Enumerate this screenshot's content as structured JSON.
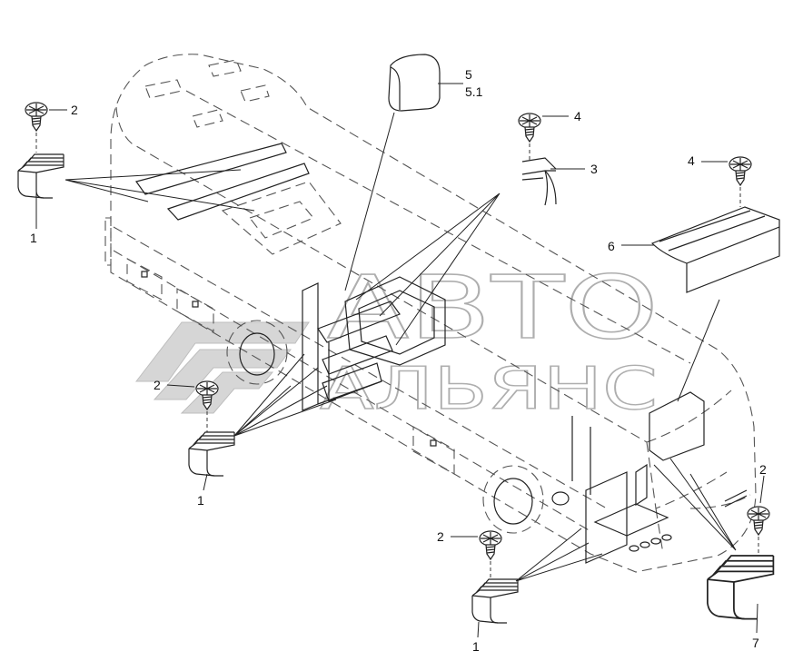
{
  "callouts": {
    "screw_top_left": "2",
    "strip_top_left": "1",
    "cap_main": "5",
    "cap_alt": "5.1",
    "screw_top_center": "4",
    "strip_top_center": "3",
    "screw_top_right": "4",
    "strip_long_right": "6",
    "screw_mid_left": "2",
    "strip_mid_left": "1",
    "screw_bottom_center": "2",
    "strip_bottom_center": "1",
    "screw_bottom_right": "2",
    "strip_bottom_right": "7"
  },
  "watermark": {
    "line1": "АВТО",
    "line2": "АЛЬЯНС"
  },
  "colors": {
    "line": "#222222",
    "hidden_line": "#555555",
    "watermark": "#9a9a9a",
    "background": "#ffffff"
  }
}
